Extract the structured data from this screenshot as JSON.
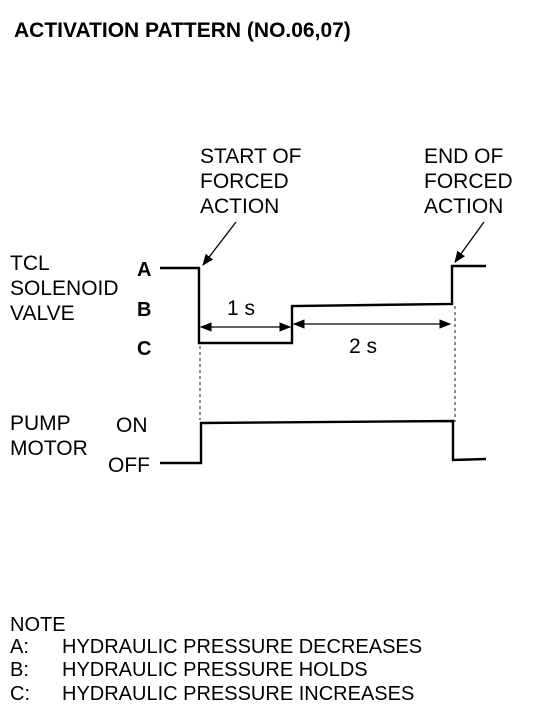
{
  "title": "ACTIVATION PATTERN (NO.06,07)",
  "start_label": [
    "START OF",
    "FORCED",
    "ACTION"
  ],
  "end_label": [
    "END OF",
    "FORCED",
    "ACTION"
  ],
  "tcl_label": [
    "TCL",
    "SOLENOID",
    "VALVE"
  ],
  "level_a": "A",
  "level_b": "B",
  "level_c": "C",
  "duration_1": "1 s",
  "duration_2": "2 s",
  "pump_label": [
    "PUMP",
    "MOTOR"
  ],
  "pump_on": "ON",
  "pump_off": "OFF",
  "note": {
    "heading": "NOTE",
    "items": [
      {
        "key": "A:",
        "text": "HYDRAULIC PRESSURE DECREASES"
      },
      {
        "key": "B:",
        "text": "HYDRAULIC PRESSURE HOLDS"
      },
      {
        "key": "C:",
        "text": "HYDRAULIC PRESSURE INCREASES"
      }
    ]
  }
}
